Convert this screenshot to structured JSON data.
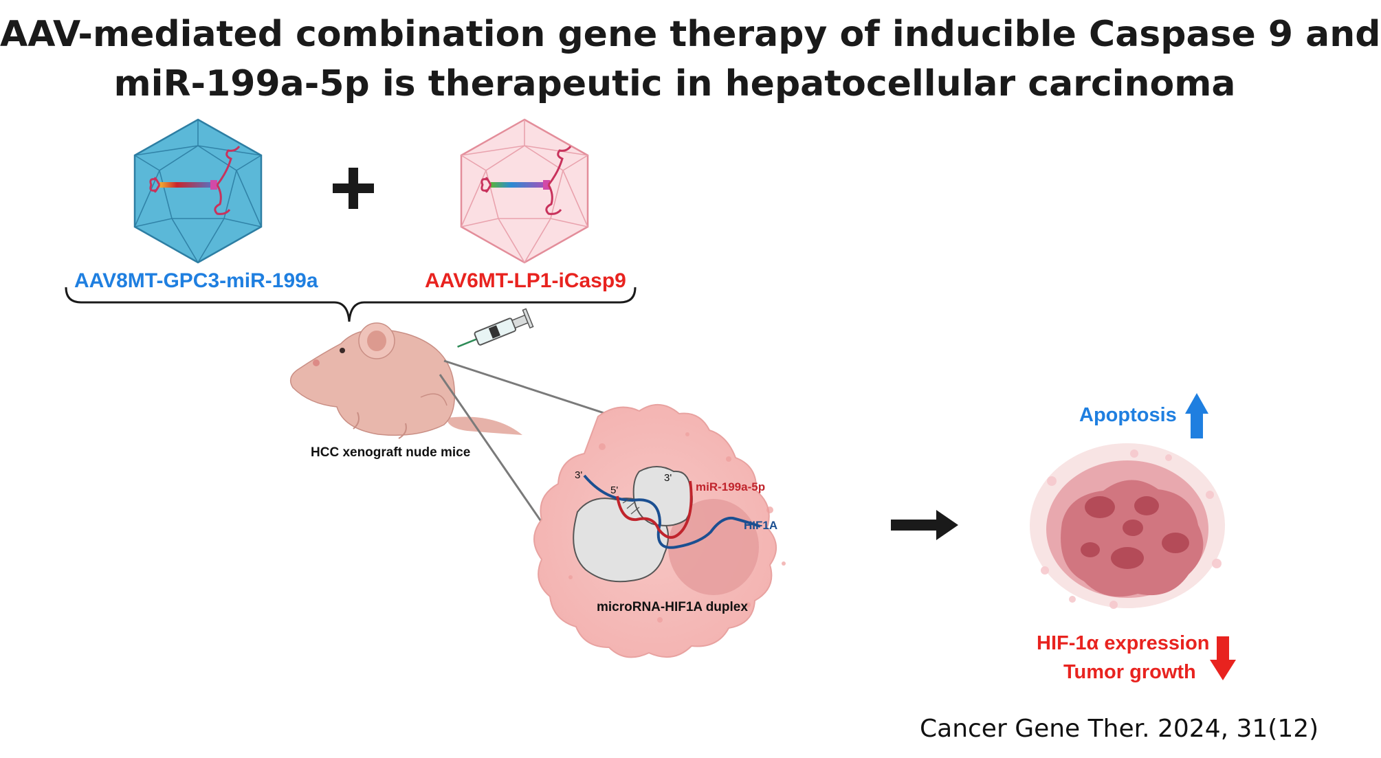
{
  "title_lines": [
    "AAV-mediated combination gene therapy of inducible Caspase 9 and",
    "miR-199a-5p is therapeutic in hepatocellular carcinoma"
  ],
  "vectors": {
    "left": {
      "label": "AAV8MT-GPC3-miR-199a",
      "color": "#1f7fe0",
      "capsid_color": "#5bb8d8"
    },
    "right": {
      "label": "AAV6MT-LP1-iCasp9",
      "color": "#e8231f",
      "capsid_color": "#f7c9cf"
    }
  },
  "operator": "+",
  "mouse_label": "HCC xenograft nude mice",
  "duplex": {
    "label": "microRNA-HIF1A duplex",
    "mirna_label": "miR-199a-5p",
    "target_label": "HIF1A",
    "mirna_color": "#c0242c",
    "target_color": "#1b4f91",
    "end_labels": {
      "target_3p": "3'",
      "mirna_5p": "5'",
      "mirna_3p": "3'"
    }
  },
  "outcomes": {
    "increase": {
      "label": "Apoptosis",
      "color": "#1f7fe0"
    },
    "decrease": [
      {
        "label": "HIF-1α expression"
      },
      {
        "label": "Tumor growth"
      }
    ],
    "decrease_color": "#e8231f"
  },
  "citation": "Cancer Gene Ther. 2024, 31(12)"
}
